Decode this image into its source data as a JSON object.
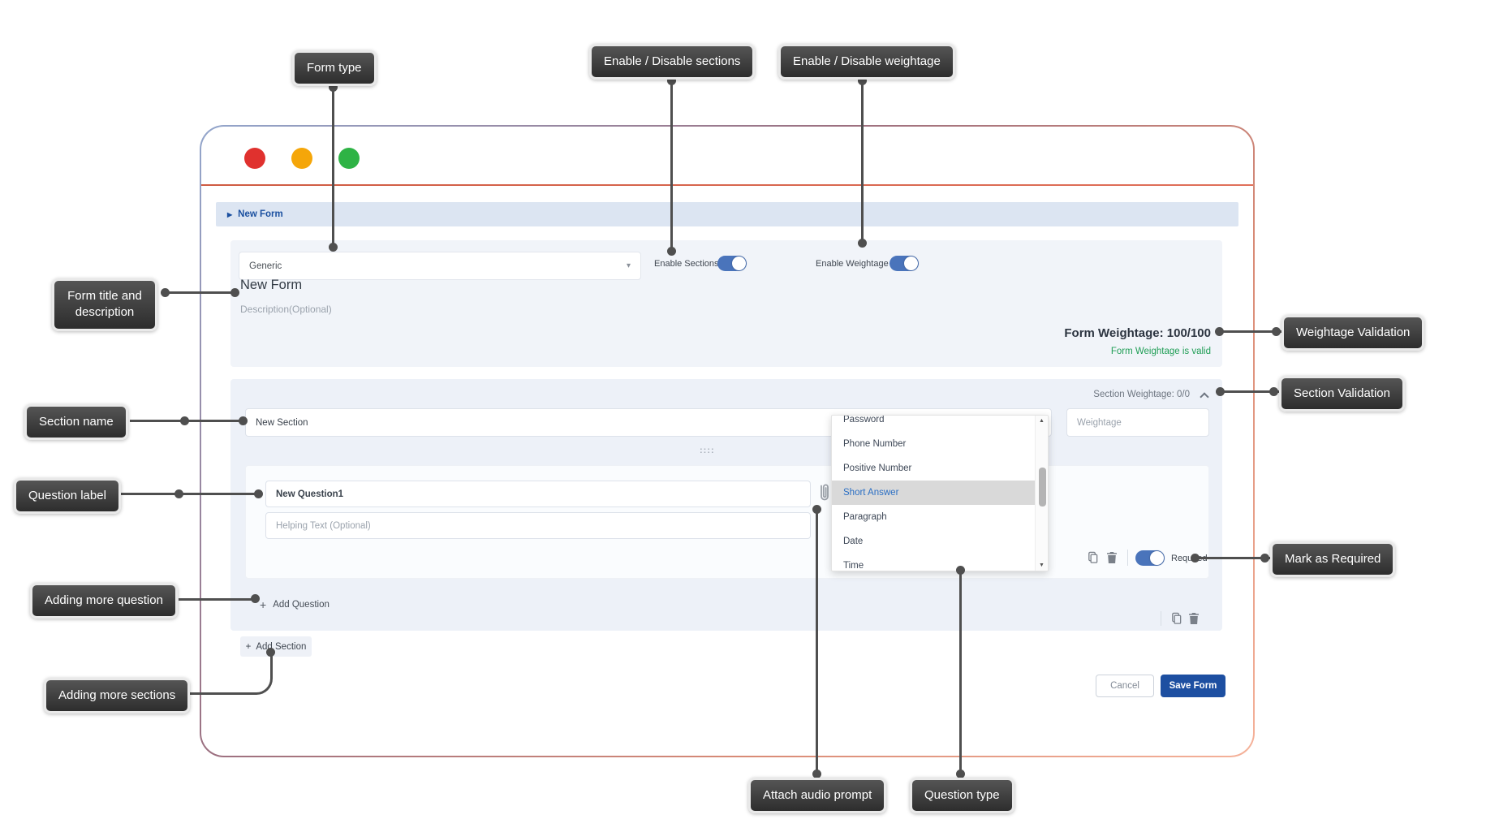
{
  "theme": {
    "accent_blue": "#1d4fa1",
    "toggle_blue": "#4a74bb",
    "breadcrumb_blue": "#1b50a0",
    "valid_green": "#209e56",
    "window_divider_red": "#d96a50",
    "traffic_red": "#e0312e",
    "traffic_yellow": "#f5a609",
    "traffic_green": "#2eb345",
    "callout_bg": "#3a3a3a",
    "selected_item_bg": "#d9d9d9",
    "selected_item_text": "#2b6fc4"
  },
  "annotations": {
    "form_type": "Form type",
    "enable_disable_sections": "Enable / Disable sections",
    "enable_disable_weightage": "Enable / Disable weightage",
    "form_title_and_description": "Form title and description",
    "section_name": "Section name",
    "question_label": "Question label",
    "adding_more_question": "Adding more question",
    "adding_more_sections": "Adding more sections",
    "attach_audio_prompt": "Attach audio prompt",
    "question_type": "Question type",
    "weightage_validation": "Weightage Validation",
    "section_validation": "Section Validation",
    "mark_as_required": "Mark as Required"
  },
  "window": {
    "breadcrumb": "New Form",
    "form": {
      "type_value": "Generic",
      "enable_sections_label": "Enable Sections",
      "enable_weightage_label": "Enable Weightage",
      "title_value": "New Form",
      "description_placeholder": "Description(Optional)",
      "weightage_summary": "Form Weightage: 100/100",
      "weightage_valid_msg": "Form Weightage is valid"
    },
    "section": {
      "weightage_summary": "Section Weightage: 0/0",
      "name_value": "New Section",
      "weightage_placeholder": "Weightage",
      "add_question_label": "Add Question",
      "question": {
        "label_value": "New Question1",
        "helping_placeholder": "Helping Text (Optional)",
        "required_label": "Required"
      }
    },
    "dropdown": {
      "selected": "Short Answer",
      "items": [
        "Password",
        "Phone Number",
        "Positive Number",
        "Short Answer",
        "Paragraph",
        "Date",
        "Time"
      ]
    },
    "add_section_label": "Add Section",
    "cancel_label": "Cancel",
    "save_label": "Save Form"
  },
  "icons": {
    "plus": "+",
    "caret_down": "▾",
    "arrow_right": "▶",
    "scroll_up": "▲",
    "scroll_down": "▼",
    "drag": "::::"
  }
}
